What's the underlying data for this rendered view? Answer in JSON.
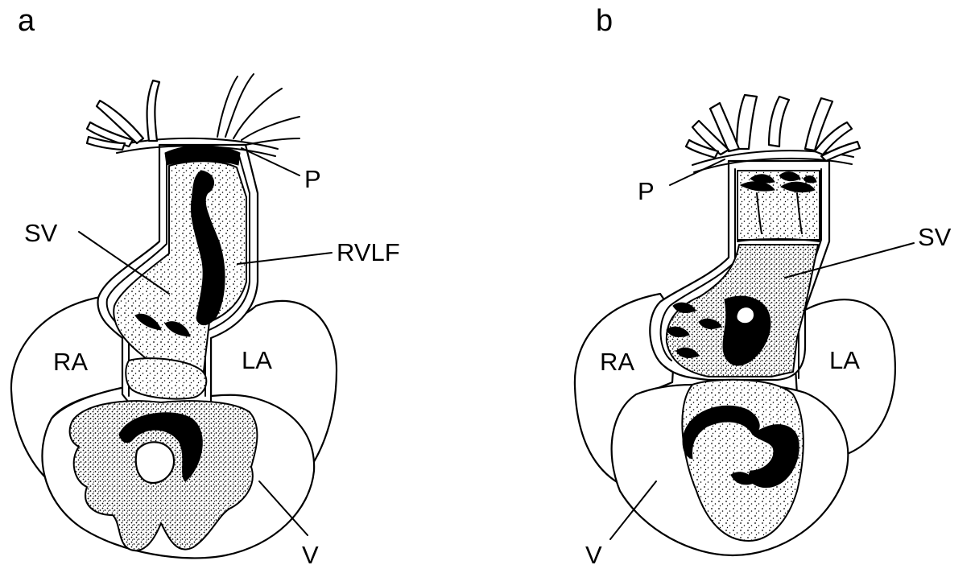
{
  "panels": {
    "a": {
      "letter": "a",
      "labels": {
        "P": "P",
        "SV": "SV",
        "RVLF": "RVLF",
        "RA": "RA",
        "LA": "LA",
        "V": "V"
      }
    },
    "b": {
      "letter": "b",
      "labels": {
        "P": "P",
        "SV": "SV",
        "RA": "RA",
        "LA": "LA",
        "V": "V"
      }
    }
  },
  "colors": {
    "ink": "#000000",
    "paper": "#ffffff"
  }
}
